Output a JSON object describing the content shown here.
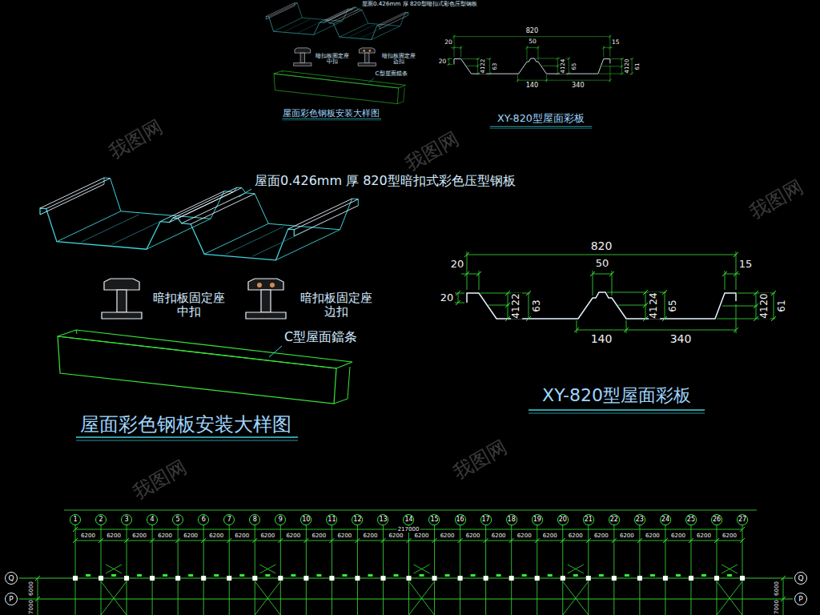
{
  "diagram": {
    "title": "屋面彩色钢板安装大样图",
    "nodes": [
      {
        "text": [
          "1"
        ]
      },
      {
        "text": [
          "2"
        ]
      },
      {
        "text": [
          "3"
        ]
      },
      {
        "text": [
          "4"
        ]
      },
      {
        "text": [
          "5"
        ]
      },
      {
        "text": [
          "6"
        ]
      },
      {
        "text": [
          "7"
        ]
      },
      {
        "text": [
          "8"
        ]
      },
      {
        "text": [
          "9"
        ]
      },
      {
        "text": [
          "10"
        ]
      },
      {
        "text": [
          "11"
        ]
      },
      {
        "text": [
          "12"
        ]
      },
      {
        "text": [
          "13"
        ]
      },
      {
        "text": [
          "14"
        ]
      },
      {
        "text": [
          "15"
        ]
      },
      {
        "text": [
          "16"
        ]
      },
      {
        "text": [
          "17"
        ]
      },
      {
        "text": [
          "18"
        ]
      },
      {
        "text": [
          "19"
        ]
      },
      {
        "text": [
          "20"
        ]
      },
      {
        "text": [
          "21"
        ]
      },
      {
        "text": [
          "22"
        ]
      },
      {
        "text": [
          "23"
        ]
      },
      {
        "text": [
          "24"
        ]
      },
      {
        "text": [
          "25"
        ]
      },
      {
        "text": [
          "26"
        ]
      },
      {
        "text": [
          "27"
        ]
      },
      {
        "text": [
          "Q"
        ]
      },
      {
        "text": [
          "Q"
        ]
      },
      {
        "text": [
          "P"
        ]
      },
      {
        "text": [
          "P"
        ]
      }
    ],
    "labels": [
      "屋面0.426mm 厚 820型暗扣式彩色压型钢板",
      "暗扣板固定座 中扣",
      "暗扣板固定座 边扣",
      "C型屋面鐺条",
      "屋面彩色钢板安装大样图",
      "820",
      "20",
      "50",
      "15",
      "20",
      "41",
      "22",
      "63",
      "41",
      "24",
      "65",
      "41",
      "20",
      "61",
      "140",
      "340",
      "XY-820型屋面彩板",
      "屋面0.426mm 厚 820型暗扣式彩色压型钢板",
      "暗扣板固定座 中扣",
      "暗扣板固定座 边扣",
      "C型屋面鐺条",
      "820",
      "20",
      "50",
      "15",
      "20",
      "41",
      "22",
      "63",
      "41",
      "24",
      "65",
      "41",
      "20",
      "61",
      "140",
      "340",
      "XY-820型屋面彩板",
      "217000",
      "6200",
      "6200",
      "6200",
      "6200",
      "6200",
      "6200",
      "6200",
      "6200",
      "6200",
      "6200",
      "6200",
      "6200",
      "6200",
      "6200",
      "6200",
      "6200",
      "6200",
      "6200",
      "6200",
      "6200",
      "6200",
      "6200",
      "6200",
      "6200",
      "6200",
      "6200",
      "6000",
      "7000",
      "6000",
      "7000",
      "我图网",
      "我图网",
      "我图网",
      "我图网",
      "我图网"
    ]
  }
}
